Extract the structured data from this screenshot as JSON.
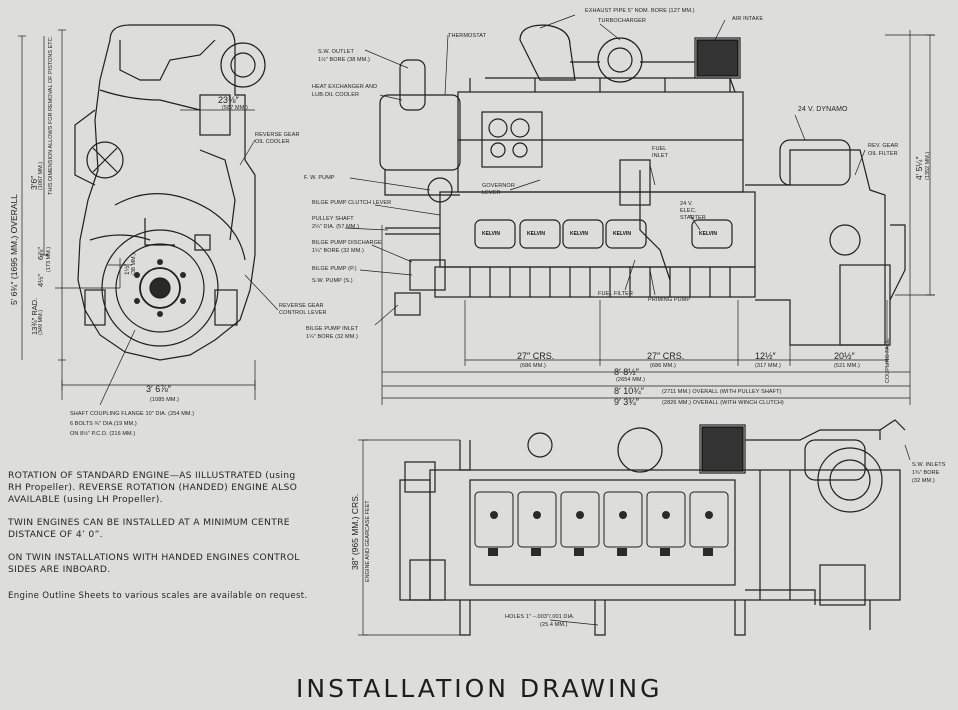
{
  "title": "INSTALLATION DRAWING",
  "notes": {
    "rotation": "ROTATION OF STANDARD ENGINE—AS IILLUSTRATED (using RH Propeller). REVERSE ROTATION (HANDED) ENGINE ALSO AVAILABLE (using LH Propeller).",
    "twin": "TWIN ENGINES CAN BE INSTALLED AT A MINIMUM CENTRE DISTANCE OF 4’ 0”.",
    "handed": "ON TWIN INSTALLATIONS WITH HANDED ENGINES CONTROL SIDES ARE INBOARD.",
    "sheets": "Engine Outline Sheets to various scales are available on request."
  },
  "brand": "KELVIN",
  "callouts": {
    "exhaust_pipe": "EXHAUST PIPE 5″ NOM. BORE (127 MM.)",
    "turbocharger": "TURBOCHARGER",
    "air_intake": "AIR INTAKE",
    "thermostat": "THERMOSTAT",
    "sw_outlet": "S.W. OUTLET",
    "sw_outlet_size": "1½″ BORE (38 MM.)",
    "heat_exchanger": "HEAT EXCHANGER AND",
    "lub_oil_cooler": "LUB.OIL COOLER",
    "dynamo": "24 V. DYNAMO",
    "rev_gear_oil_filter_1": "REV. GEAR",
    "rev_gear_oil_filter_2": "OIL FILTER",
    "fuel_inlet_1": "FUEL",
    "fuel_inlet_2": "INLET",
    "governor_lever_1": "GOVERNOR",
    "governor_lever_2": "LEVER",
    "elec_starter_1": "24 V.",
    "elec_starter_2": "ELEC.",
    "elec_starter_3": "STARTER",
    "fw_pump": "F. W. PUMP",
    "bilge_clutch": "BILGE PUMP CLUTCH LEVER",
    "pulley_shaft": "PULLEY SHAFT",
    "pulley_shaft_size": "2¼″ DIA. (57 MM.)",
    "bilge_discharge": "BILGE PUMP DISCHARGE",
    "bilge_discharge_size": "1¼″ BORE (32 MM.)",
    "bilge_pump": "BILGE PUMP (P.)",
    "sw_pump": "S.W. PUMP (S.)",
    "fuel_filter": "FUEL FILTER",
    "priming_pump": "PRIMING PUMP",
    "bilge_inlet": "BILGE PUMP INLET",
    "bilge_inlet_size": "1¼″ BORE (32 MM.)",
    "reverse_gear_oil_cooler_1": "REVERSE GEAR",
    "reverse_gear_oil_cooler_2": "OIL COOLER",
    "reverse_gear_control_1": "REVERSE GEAR",
    "reverse_gear_control_2": "CONTROL LEVER",
    "shaft_coupling": "SHAFT COUPLING FLANGE 10″ DIA. (254 MM.)",
    "bolts": "6 BOLTS ¾″ DIA.(19 MM.)",
    "pcd": "ON 8½″ P.C.D. (216 MM.)",
    "sw_inlets_1": "S.W. INLETS",
    "sw_inlets_2": "1¾″ BORE",
    "sw_inlets_3": "(32 MM.)",
    "holes_1": "HOLES 1″ −.003″/.001 DIA.",
    "holes_2": "(25.4 MM.)",
    "coupling_face": "COUPLING FACE",
    "removal_note": "THIS DIMENSION ALLOWS FOR REMOVAL OF PISTONS ETC.",
    "engine_gearcase": "ENGINE AND GEARCASE FEET"
  },
  "dims": {
    "d1": "23⅛″",
    "d1_mm": "(587 MM.)",
    "width": "3′ 6⅞″",
    "width_mm": "(1085 MM.)",
    "crs1": "27″ CRS.",
    "crs1_mm": "(686 MM.)",
    "crs2": "27″ CRS.",
    "crs2_mm": "(686 MM.)",
    "d12": "12½″",
    "d12_mm": "(317 MM.)",
    "d20": "20½″",
    "d20_mm": "(521 MM.)",
    "d88": "8′ 8½″",
    "d88_mm": "(2654 MM.)",
    "d810": "8′ 10¾″",
    "d810_note": "(2711 MM.) OVERALL (WITH PULLEY SHAFT)",
    "d93": "9′ 3¾″",
    "d93_note": "(2826 MM.) OVERALL (WITH WINCH CLUTCH)",
    "h36": "3′6″",
    "h36_mm": "(1067 MM.)",
    "h56": "5′ 6¾″ (1695 MM.) OVERALL",
    "h45": "4′ 5¼″",
    "h45_mm": "(1352 MM.)",
    "h38": "38″ (965 MM.) CRS.",
    "rad": "13¾″ RAD.",
    "rad_mm": "(349 MM.)",
    "d4": "4½″",
    "d6": "6⅞″",
    "d6_mm": "(173 MM.)",
    "d1_12": "1½″",
    "d1_12_mm": "(38 MM.)"
  }
}
